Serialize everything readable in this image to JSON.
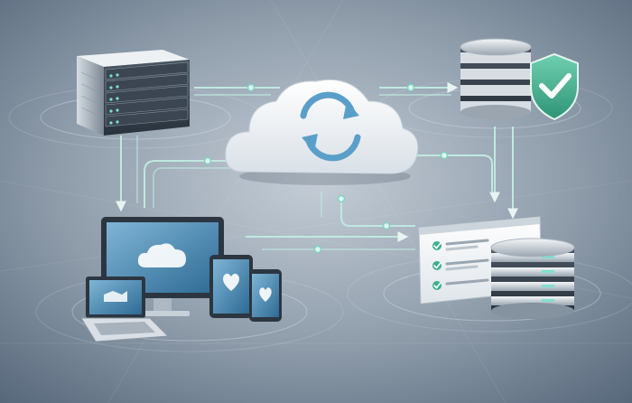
{
  "image": {
    "description_subjects": [
      "server-rack",
      "cloud-sync",
      "database-shield",
      "devices",
      "backup-database"
    ],
    "colors": {
      "background_center": "#b9c3cd",
      "background_edge": "#5f6f80",
      "accent_teal": "#7fd3c0",
      "sync_blue": "#5a9fc9",
      "shield_green": "#3fae8c",
      "screen_blue": "#3f7ea6"
    },
    "icons": [
      "server-rack-icon",
      "cloud-sync-icon",
      "database-shield-icon",
      "monitor-icon",
      "laptop-icon",
      "tablet-icon",
      "phone-icon",
      "checklist-panel-icon",
      "database-stack-icon"
    ]
  }
}
